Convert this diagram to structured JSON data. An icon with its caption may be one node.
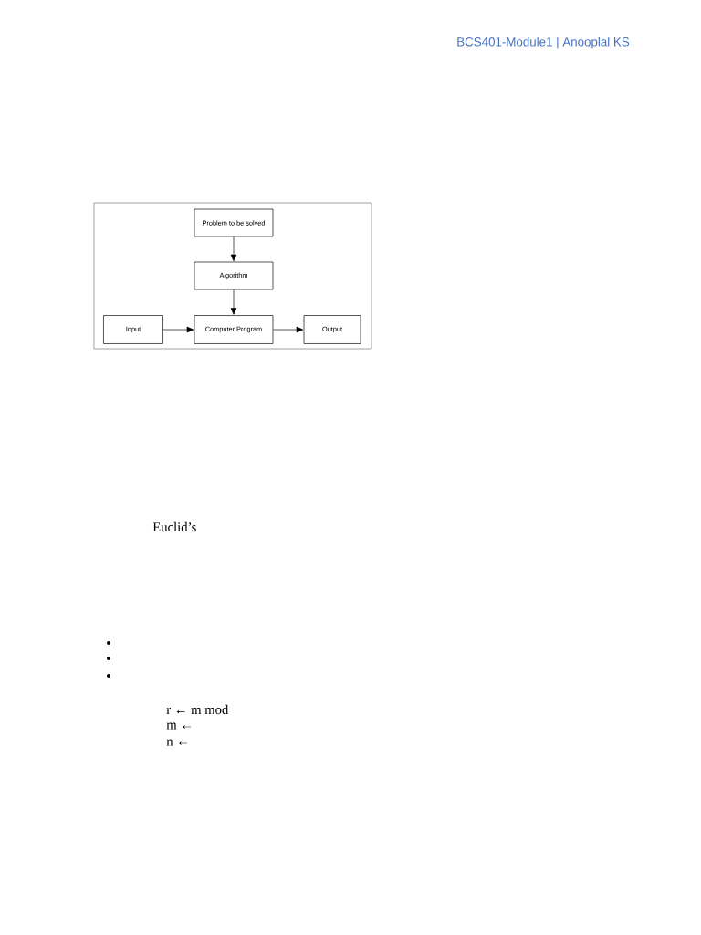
{
  "diagram": {
    "nodes": [
      {
        "text": [
          "Problem to be solved"
        ]
      },
      {
        "text": [
          "Algorithm"
        ]
      },
      {
        "text": [
          "Input"
        ]
      },
      {
        "text": [
          "Computer Program"
        ]
      },
      {
        "text": [
          "Output"
        ]
      }
    ],
    "edges": [
      {
        "from": 0,
        "to": 1,
        "arrow": "to"
      },
      {
        "from": 1,
        "to": 3,
        "arrow": "to"
      },
      {
        "from": 2,
        "to": 3,
        "arrow": "to"
      },
      {
        "from": 3,
        "to": 4,
        "arrow": "to"
      }
    ],
    "labels": [
      "BCS401-Module1 | Anooplal KS",
      "Euclid’s",
      "r ← m mod",
      "m ←",
      "n ←"
    ]
  }
}
